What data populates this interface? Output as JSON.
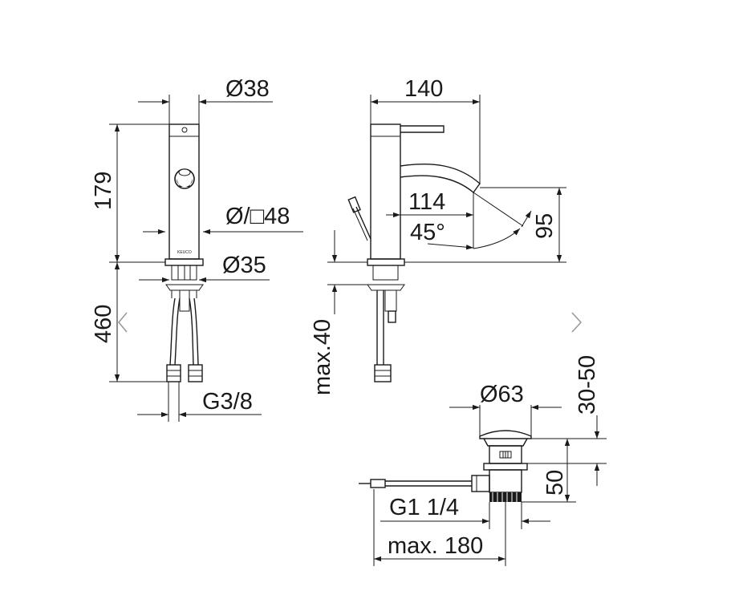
{
  "brand_mark": "KEUCO",
  "navigation": {
    "prev_icon": "chevron-left-icon",
    "next_icon": "chevron-right-icon"
  },
  "front_view": {
    "body_diameter": "Ø38",
    "height": "179",
    "base_size": "Ø/□48",
    "base_diameter": "Ø35",
    "hose_length": "460",
    "connection_thread": "G3/8"
  },
  "side_view": {
    "projection": "140",
    "spout_reach": "114",
    "spout_angle": "45°",
    "spout_height": "95",
    "max_thickness": "max.40"
  },
  "drain_view": {
    "plug_diameter": "Ø63",
    "adjust_range": "30-50",
    "drain_height": "50",
    "drain_thread": "G1 1/4",
    "max_length": "max. 180"
  }
}
